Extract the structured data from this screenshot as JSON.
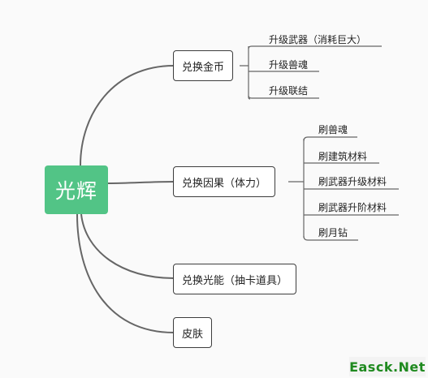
{
  "root": {
    "label": "光辉",
    "color": "#52c486"
  },
  "branches": [
    {
      "label": "兑换金币",
      "children": [
        "升级武器（消耗巨大）",
        "升级兽魂",
        "升级联结"
      ]
    },
    {
      "label": "兑换因果（体力）",
      "children": [
        "刷兽魂",
        "刷建筑材料",
        "刷武器升级材料",
        "刷武器升阶材料",
        "刷月钻"
      ]
    },
    {
      "label": "兑换光能（抽卡道具）",
      "children": []
    },
    {
      "label": "皮肤",
      "children": []
    }
  ],
  "watermark": "Easck.Net",
  "line_color": "#666666"
}
